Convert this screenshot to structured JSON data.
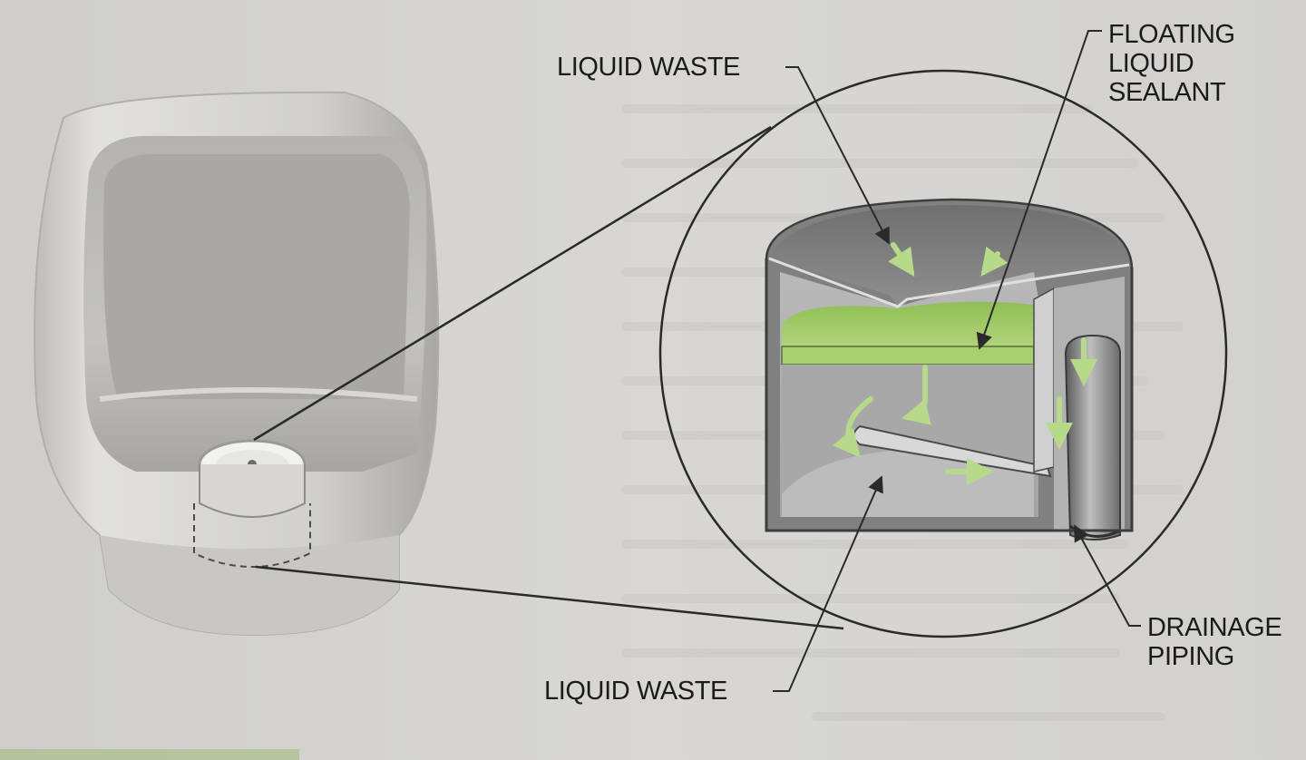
{
  "labels": {
    "liquid_waste_top": "LIQUID WASTE",
    "floating_sealant": [
      "FLOATING",
      "LIQUID",
      "SEALANT"
    ],
    "drainage_piping": [
      "DRAINAGE",
      "PIPING"
    ],
    "liquid_waste_bottom": "LIQUID WASTE"
  },
  "colors": {
    "sealant_green": "#a9d06e",
    "arrow_green": "#b7d98a",
    "page_gray": "#d6d5d2",
    "line_dark": "#2a2a2a"
  }
}
